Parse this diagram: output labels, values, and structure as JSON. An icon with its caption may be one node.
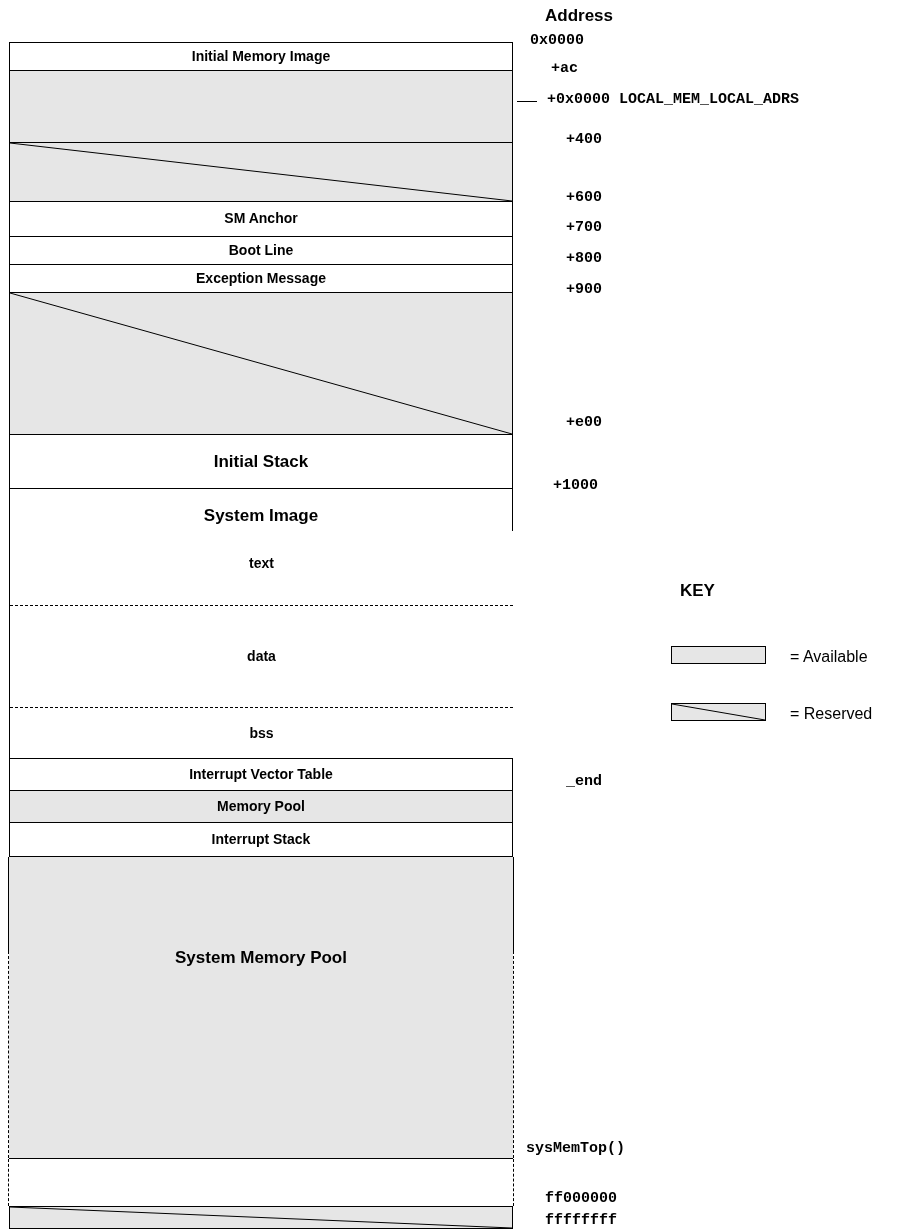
{
  "diagram": {
    "nodes": [
      {
        "text": [
          "Initial Memory Image"
        ]
      },
      {
        "text": [],
        "shape": "box"
      },
      {
        "text": [],
        "shape": "box"
      },
      {
        "text": [
          "SM Anchor"
        ]
      },
      {
        "text": [
          "Boot Line"
        ]
      },
      {
        "text": [
          "Exception Message"
        ]
      },
      {
        "text": [],
        "shape": "box"
      },
      {
        "text": [
          "Initial Stack"
        ]
      },
      {
        "text": [
          "System Image"
        ]
      },
      {
        "text": [
          "text"
        ],
        "in": 8
      },
      {
        "text": [
          "data"
        ],
        "in": 8
      },
      {
        "text": [
          "bss"
        ],
        "in": 8
      },
      {
        "text": [
          "Interrupt Vector Table"
        ]
      },
      {
        "text": [
          "Memory Pool"
        ]
      },
      {
        "text": [
          "Interrupt Stack"
        ]
      },
      {
        "text": [
          "System Memory Pool"
        ]
      },
      {
        "text": [],
        "shape": "box"
      },
      {
        "text": [],
        "shape": "box"
      }
    ],
    "labels": [
      "Address",
      "0x0000",
      "+ac",
      "+0x0000 LOCAL_MEM_LOCAL_ADRS",
      "+400",
      "+600",
      "+700",
      "+800",
      "+900",
      "+e00",
      "+1000",
      "KEY",
      "_end",
      "sysMemTop()",
      "ff000000",
      "ffffffff"
    ],
    "legend": [
      {
        "text": "= Available",
        "color": "#e6e6e6"
      },
      {
        "text": "= Reserved"
      }
    ]
  }
}
